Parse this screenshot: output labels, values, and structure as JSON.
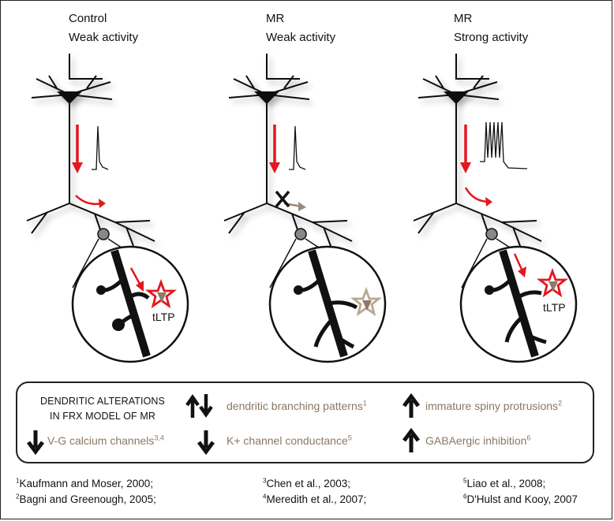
{
  "panels": [
    {
      "line1": "Control",
      "line2": "Weak activity",
      "ltp_label": "tLTP"
    },
    {
      "line1": "MR",
      "line2": "Weak activity",
      "ltp_label": ""
    },
    {
      "line1": "MR",
      "line2": "Strong activity",
      "ltp_label": "tLTP"
    }
  ],
  "legend": {
    "heading_line1": "DENDRITIC ALTERATIONS",
    "heading_line2": "IN FRX MODEL OF MR",
    "items": [
      {
        "text": "dendritic branching patterns",
        "sup": "1",
        "arrow": "up-down"
      },
      {
        "text": "immature spiny protrusions",
        "sup": "2",
        "arrow": "up"
      },
      {
        "text": "V-G calcium channels",
        "sup": "3,4",
        "arrow": "down"
      },
      {
        "text": "K+ channel conductance",
        "sup": "5",
        "arrow": "down"
      },
      {
        "text": "GABAergic inhibition",
        "sup": "6",
        "arrow": "up"
      }
    ]
  },
  "references": [
    {
      "sup": "1",
      "text": "Kaufmann and Moser, 2000;"
    },
    {
      "sup": "2",
      "text": "Bagni and Greenough, 2005;"
    },
    {
      "sup": "3",
      "text": "Chen et al., 2003;"
    },
    {
      "sup": "4",
      "text": "Meredith et al., 2007;"
    },
    {
      "sup": "5",
      "text": "Liao et al., 2008;"
    },
    {
      "sup": "6",
      "text": "D'Hulst and Kooy, 2007"
    }
  ],
  "colors": {
    "activity_arrow": "#e3171f",
    "blocked_arrow": "#9c8a78",
    "star_blocked": "#b9a68f",
    "legend_text": "#8a7763"
  }
}
